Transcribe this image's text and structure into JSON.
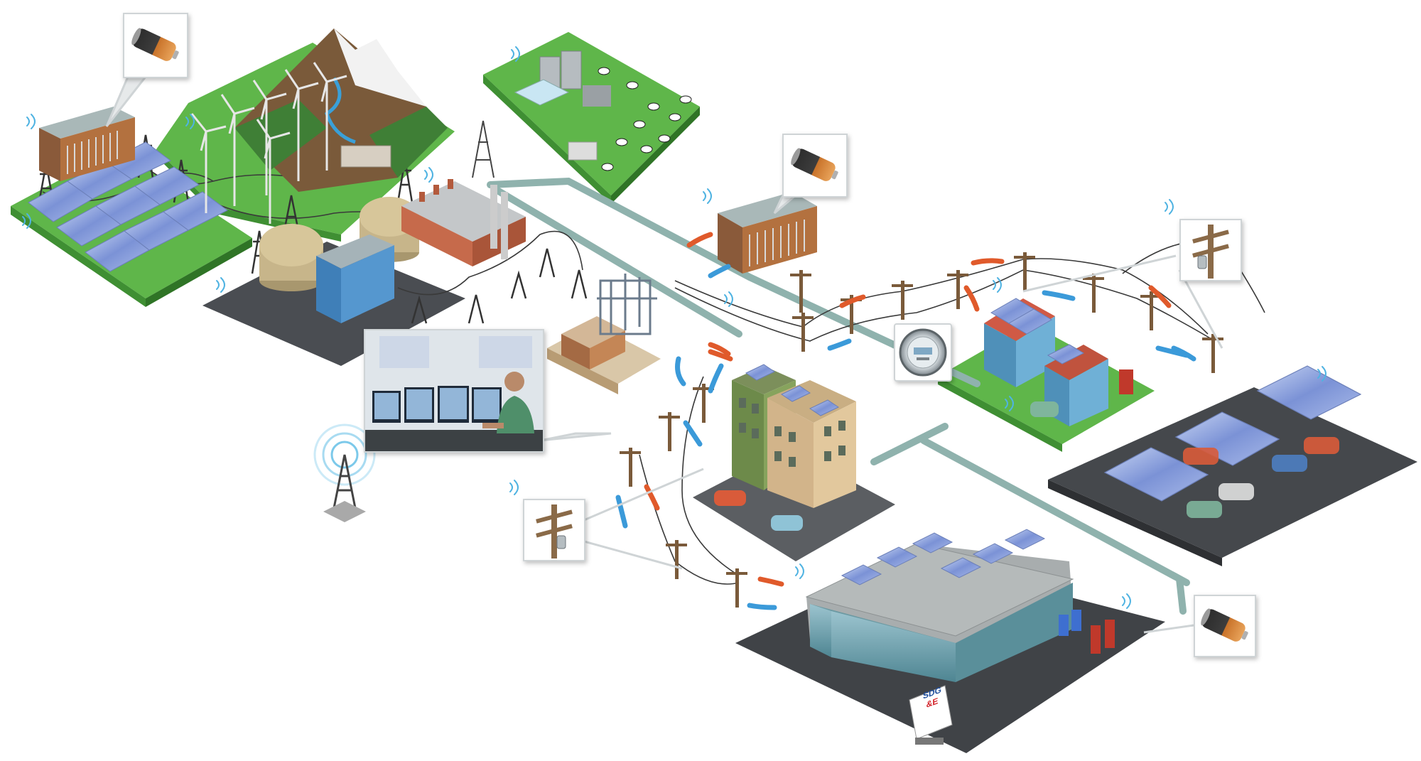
{
  "colors": {
    "grass": "#5fb64a",
    "grass_dark": "#3f8f33",
    "pavement": "#4a4d52",
    "power_flow_out": "#e05a2b",
    "power_flow_in": "#3b9ad9",
    "pipe": "#8fb2ad",
    "wire": "#3a3a3a",
    "battery_copper": "#c46a26",
    "sdge_blue": "#1f4e9c",
    "sdge_red": "#d2232a"
  },
  "sign": {
    "line1": "SDG",
    "line2": "&E"
  },
  "icons": {
    "battery": "battery-icon",
    "utility_pole": "utility-pole-icon",
    "smart_meter": "smart-meter-icon",
    "wireless": "wireless-signal-icon",
    "radio_tower": "radio-tower-icon"
  },
  "scene": {
    "regions": [
      "solar-farm",
      "wind-farm",
      "hydro-mountain",
      "dairy-biogas-farm",
      "gas-plant",
      "factory",
      "substation",
      "control-room",
      "energy-storage-building",
      "apartment-buildings",
      "house-with-solar",
      "solar-parking-lot",
      "office-building"
    ]
  }
}
